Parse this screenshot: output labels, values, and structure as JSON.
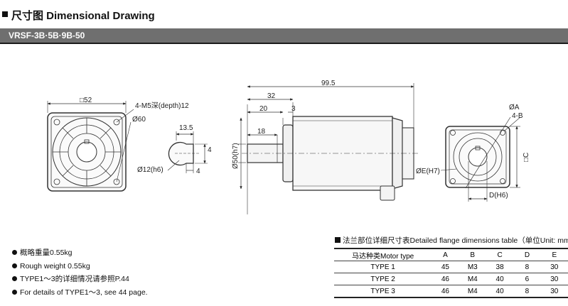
{
  "header": {
    "title": "尺寸图 Dimensional Drawing",
    "model": "VRSF-3B·5B·9B-50"
  },
  "drawing": {
    "front": {
      "square": "□52",
      "holes": "4-M5深(depth)12",
      "pcd": "Ø60"
    },
    "shaft_key": {
      "width": "13.5",
      "keyway": "4",
      "key_depth": "4",
      "shaft_dia": "Ø12(h6)"
    },
    "side": {
      "total": "99.5",
      "d32": "32",
      "d20": "20",
      "d3": "3",
      "d18": "18",
      "flange": "Ø50(h7)"
    },
    "flange_face": {
      "a": "ØA",
      "b": "4-B",
      "c": "□C",
      "d": "D(H6)",
      "e": "ØE(H7)"
    }
  },
  "notes": [
    "概略重量0.55kg",
    "Rough weight 0.55kg",
    "TYPE1～3的详细情况请参照P.44",
    "For details of TYPE1～3, see 44 page."
  ],
  "table": {
    "caption": "法兰部位详细尺寸表Detailed flange dimensions table（单位Unit: mm)",
    "headers": [
      "马达种类Motor type",
      "A",
      "B",
      "C",
      "D",
      "E"
    ],
    "rows": [
      [
        "TYPE 1",
        "45",
        "M3",
        "38",
        "8",
        "30"
      ],
      [
        "TYPE 2",
        "46",
        "M4",
        "40",
        "6",
        "30"
      ],
      [
        "TYPE 3",
        "46",
        "M4",
        "40",
        "8",
        "30"
      ]
    ]
  }
}
